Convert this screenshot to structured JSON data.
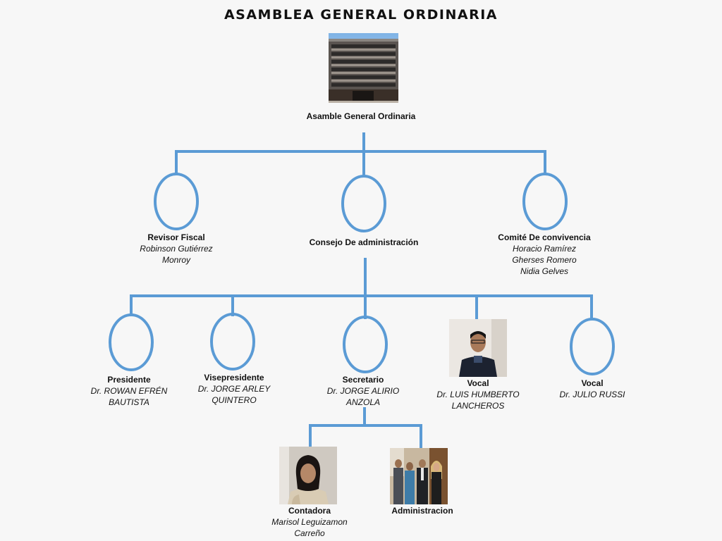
{
  "title": "ASAMBLEA GENERAL ORDINARIA",
  "accent_color": "#5b9bd5",
  "root": {
    "role": "Asamble General Ordinaria"
  },
  "level1": [
    {
      "role": "Revisor Fiscal",
      "name": "Robinson Gutiérrez\nMonroy"
    },
    {
      "role": "Consejo De administración",
      "name": ""
    },
    {
      "role": "Comité De convivencia",
      "name": "Horacio Ramírez\nGherses Romero\nNidia Gelves"
    }
  ],
  "level2": [
    {
      "role": "Presidente",
      "name": "Dr. ROWAN EFRÉN\nBAUTISTA"
    },
    {
      "role": "Visepresidente",
      "name": "Dr. JORGE ARLEY\nQUINTERO"
    },
    {
      "role": "Secretario",
      "name": "Dr. JORGE ALIRIO\nANZOLA"
    },
    {
      "role": "Vocal",
      "name": "Dr. LUIS HUMBERTO\nLANCHEROS"
    },
    {
      "role": "Vocal",
      "name": "Dr. JULIO RUSSI"
    }
  ],
  "level3": [
    {
      "role": "Contadora",
      "name": "Marisol Leguizamon\nCarreño"
    },
    {
      "role": "Administracion",
      "name": ""
    }
  ]
}
